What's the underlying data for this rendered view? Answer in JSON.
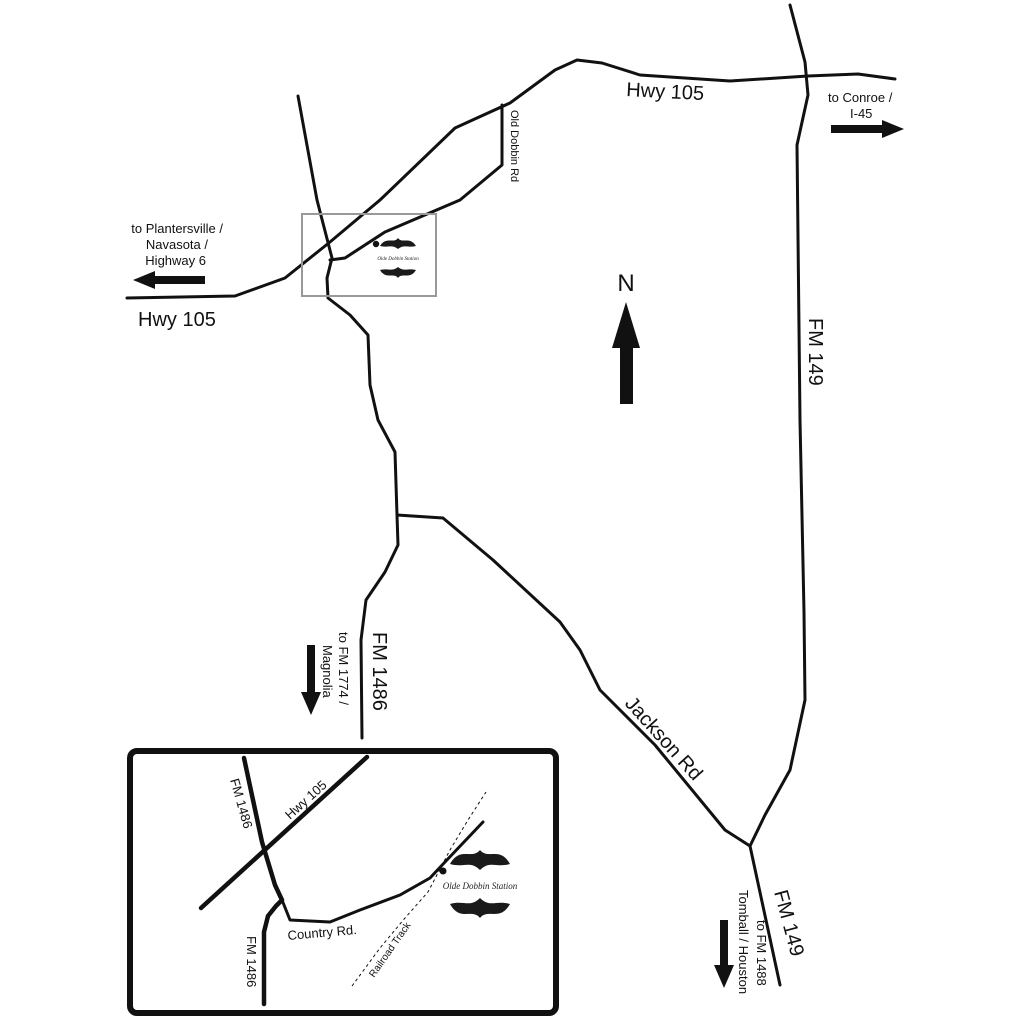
{
  "map": {
    "north_label": "N",
    "roads": {
      "hwy105_top": "Hwy 105",
      "hwy105_left": "Hwy 105",
      "old_dobbin_rd": "Old Dobbin Rd",
      "fm149_right": "FM 149",
      "fm149_bottom": "FM 149",
      "fm1486": "FM 1486",
      "jackson_rd": "Jackson Rd"
    },
    "directions": {
      "conroe_line1": "to Conroe /",
      "conroe_line2": "I-45",
      "plantersville_line1": "to Plantersville /",
      "plantersville_line2": "Navasota /",
      "plantersville_line3": "Highway 6",
      "magnolia_line1": "to FM 1774 /",
      "magnolia_line2": "Magnolia",
      "houston_line1": "to FM 1488",
      "houston_line2": "Tomball / Houston"
    },
    "inset": {
      "hwy105": "Hwy 105",
      "fm1486_top": "FM 1486",
      "fm1486_bottom": "FM 1486",
      "country_rd": "Country Rd.",
      "railroad": "Railroad Track"
    },
    "venue_logo_text": "Olde Dobbin Station"
  }
}
